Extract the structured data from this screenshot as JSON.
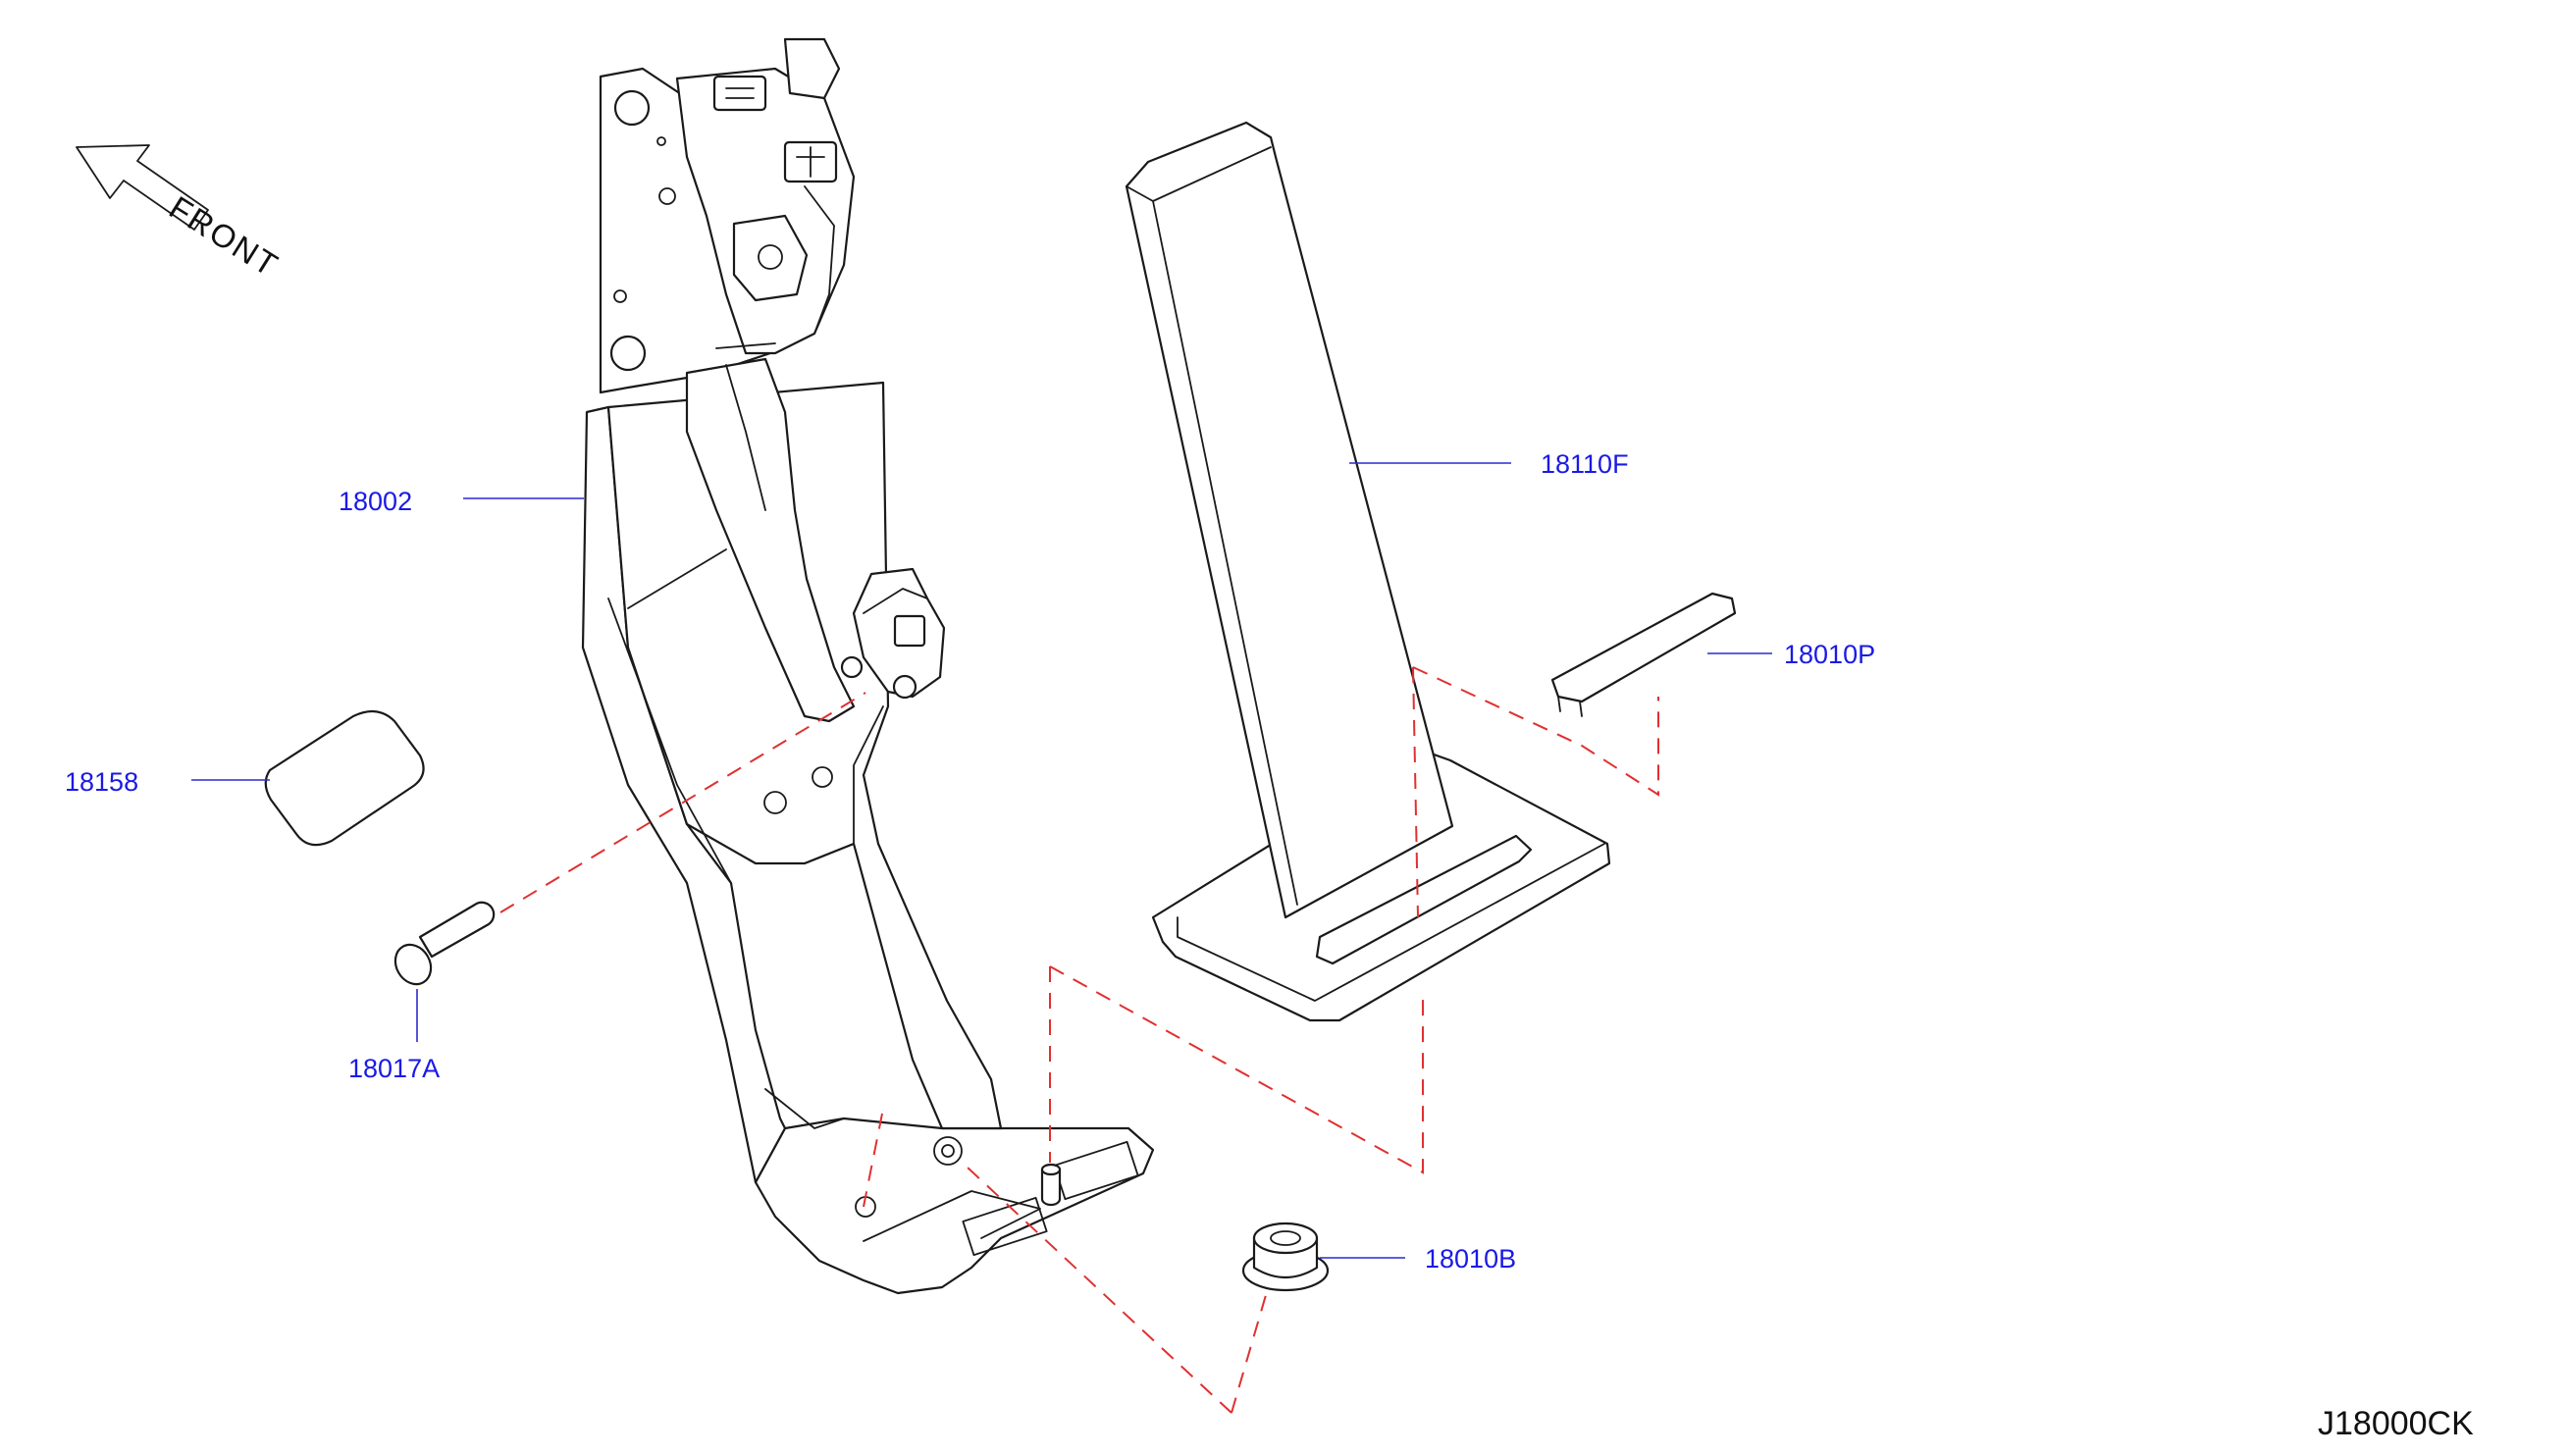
{
  "diagram": {
    "front_label": "FRONT",
    "drawing_code": "J18000CK",
    "callout_color": "#1a1ae6",
    "dashed_line_color": "#e03030",
    "callouts": [
      {
        "id": "18002",
        "label": "18002"
      },
      {
        "id": "18110F",
        "label": "18110F"
      },
      {
        "id": "18010P",
        "label": "18010P"
      },
      {
        "id": "18158",
        "label": "18158"
      },
      {
        "id": "18017A",
        "label": "18017A"
      },
      {
        "id": "18010B",
        "label": "18010B"
      }
    ]
  }
}
